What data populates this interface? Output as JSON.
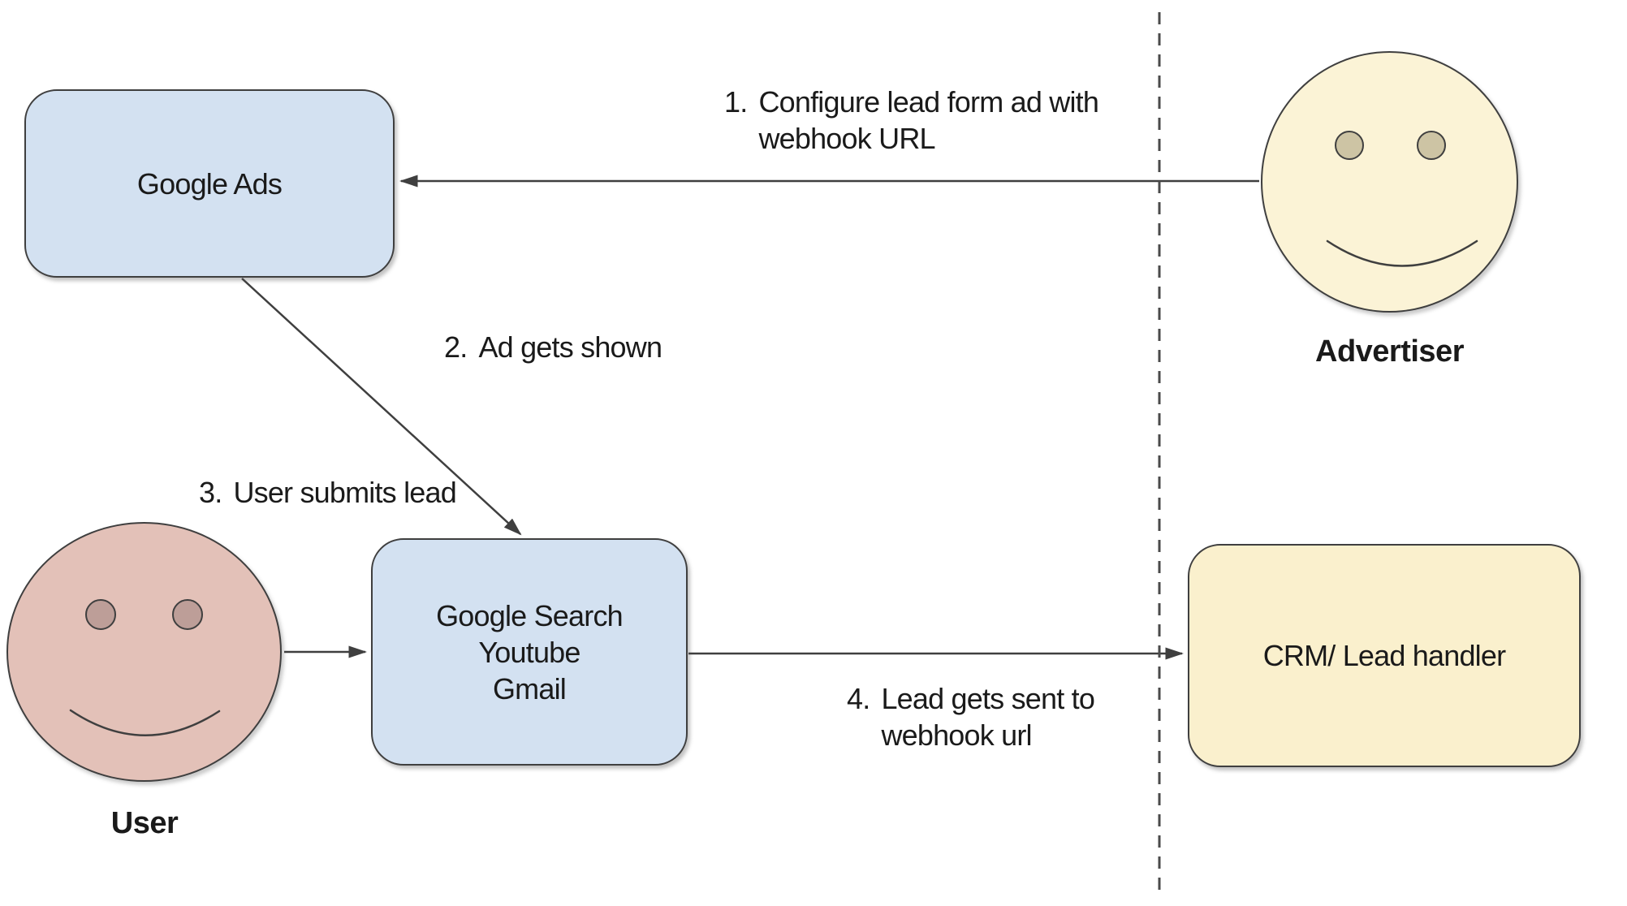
{
  "nodes": {
    "google_ads": {
      "label": "Google Ads"
    },
    "surfaces": {
      "line1": "Google Search",
      "line2": "Youtube",
      "line3": "Gmail"
    },
    "crm": {
      "label": "CRM/ Lead handler"
    }
  },
  "actors": {
    "advertiser": {
      "label": "Advertiser"
    },
    "user": {
      "label": "User"
    }
  },
  "steps": {
    "s1": {
      "num": "1.",
      "text": "Configure lead form ad with\nwebhook URL"
    },
    "s2": {
      "num": "2.",
      "text": "Ad gets shown"
    },
    "s3": {
      "num": "3.",
      "text": "User submits lead"
    },
    "s4": {
      "num": "4.",
      "text": "Lead gets sent to\nwebhook url"
    }
  },
  "colors": {
    "node_blue_fill": "#d3e1f1",
    "node_yellow_fill": "#faf0cd",
    "advertiser_face_fill": "#fbf3d6",
    "advertiser_eye_fill": "#cdc4a4",
    "user_face_fill": "#e3c1b8",
    "user_eye_fill": "#bd9e98",
    "stroke": "#3f3f3f",
    "text": "#1a1a1a",
    "background": "#ffffff"
  }
}
